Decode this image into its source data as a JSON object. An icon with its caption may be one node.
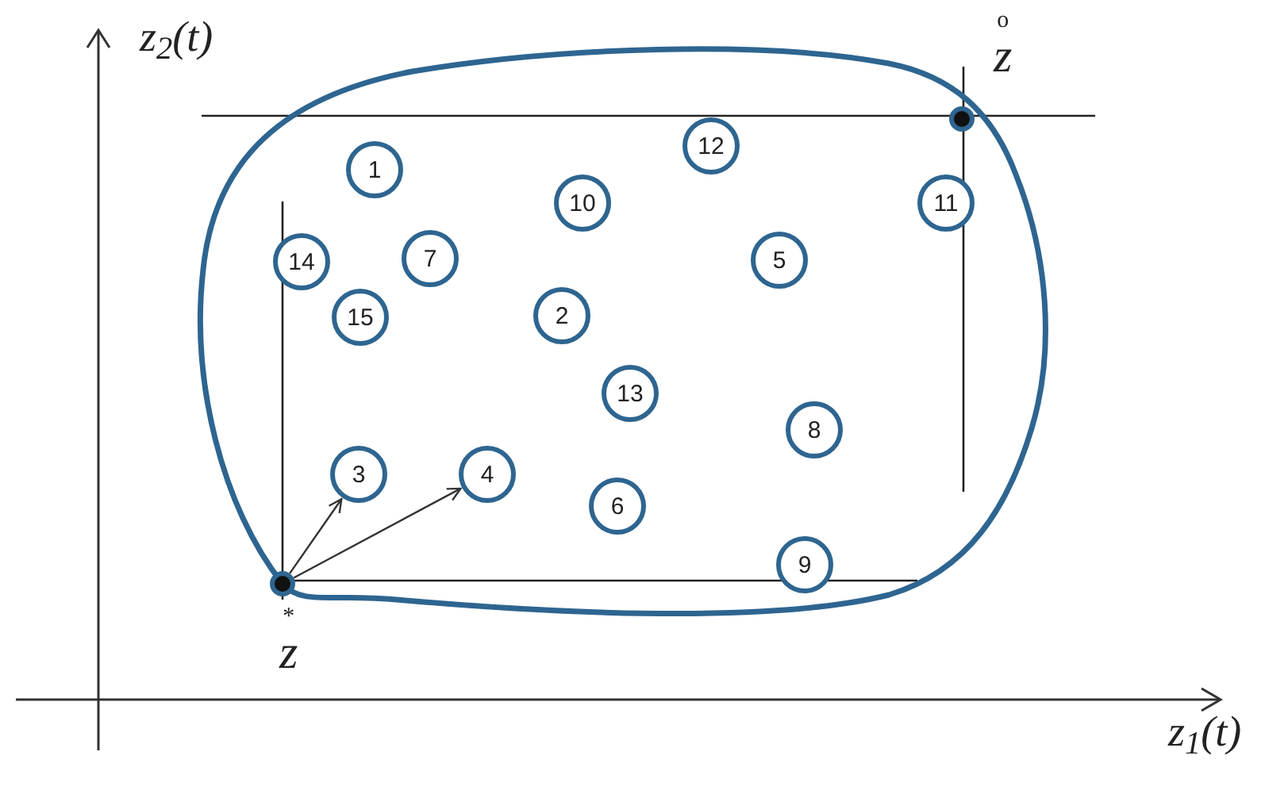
{
  "diagram": {
    "nodes": [
      {
        "text": [
          "1"
        ]
      },
      {
        "text": [
          "2"
        ]
      },
      {
        "text": [
          "3"
        ]
      },
      {
        "text": [
          "4"
        ]
      },
      {
        "text": [
          "5"
        ]
      },
      {
        "text": [
          "6"
        ]
      },
      {
        "text": [
          "7"
        ]
      },
      {
        "text": [
          "8"
        ]
      },
      {
        "text": [
          "9"
        ]
      },
      {
        "text": [
          "10"
        ]
      },
      {
        "text": [
          "11"
        ]
      },
      {
        "text": [
          "12"
        ]
      },
      {
        "text": [
          "13"
        ]
      },
      {
        "text": [
          "14"
        ]
      },
      {
        "text": [
          "15"
        ]
      },
      {
        "text": [],
        "shape": "circle",
        "beside": [
          "*",
          "z"
        ]
      },
      {
        "text": [],
        "shape": "circle",
        "beside": [
          "o",
          "z"
        ]
      }
    ],
    "edges": [
      {
        "from": 15,
        "to": 2,
        "arrow": "to"
      },
      {
        "from": 15,
        "to": 3,
        "arrow": "to"
      }
    ],
    "labels": [
      "z$_{2}$(t)",
      "z$_{1}$(t)"
    ]
  }
}
